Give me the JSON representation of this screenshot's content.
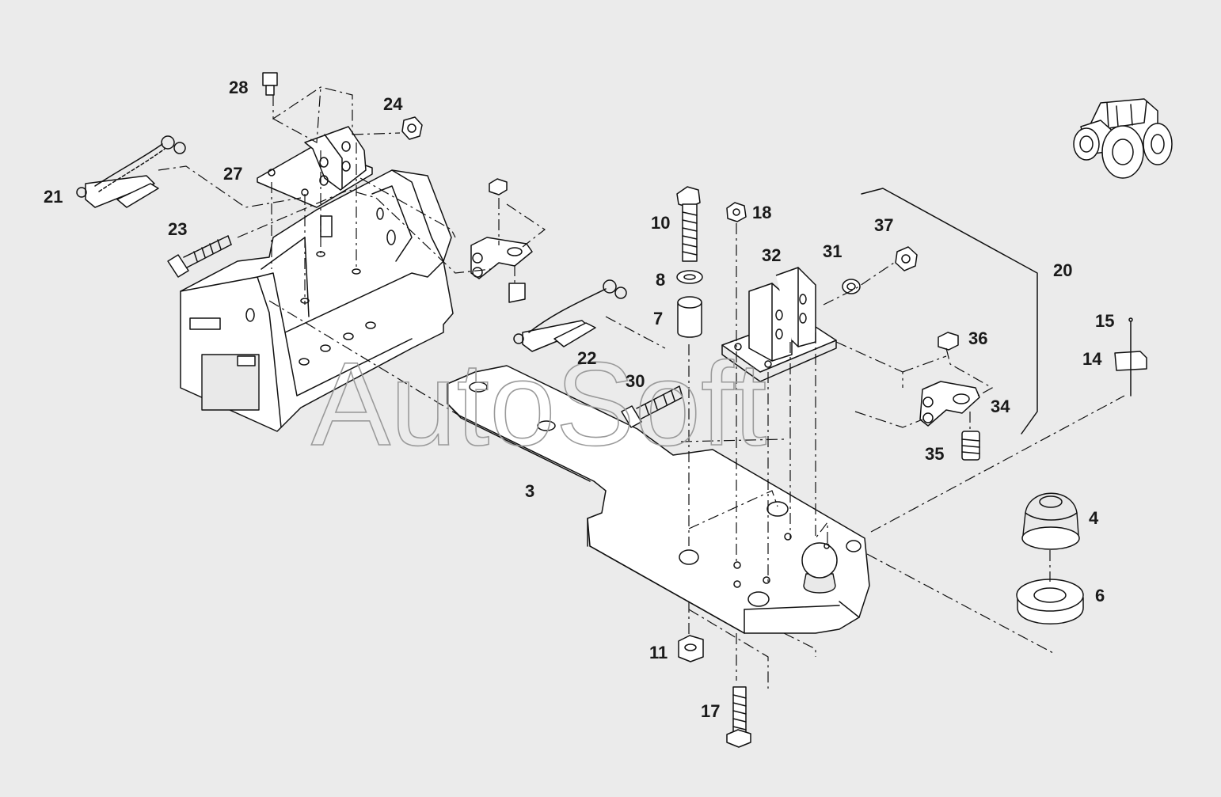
{
  "watermark": "AutoSoft",
  "callouts": [
    {
      "id": "c3",
      "label": "3"
    },
    {
      "id": "c4",
      "label": "4"
    },
    {
      "id": "c6",
      "label": "6"
    },
    {
      "id": "c7",
      "label": "7"
    },
    {
      "id": "c8",
      "label": "8"
    },
    {
      "id": "c10",
      "label": "10"
    },
    {
      "id": "c11",
      "label": "11"
    },
    {
      "id": "c14",
      "label": "14"
    },
    {
      "id": "c15",
      "label": "15"
    },
    {
      "id": "c17",
      "label": "17"
    },
    {
      "id": "c18",
      "label": "18"
    },
    {
      "id": "c20",
      "label": "20"
    },
    {
      "id": "c21",
      "label": "21"
    },
    {
      "id": "c22",
      "label": "22"
    },
    {
      "id": "c23",
      "label": "23"
    },
    {
      "id": "c24",
      "label": "24"
    },
    {
      "id": "c27",
      "label": "27"
    },
    {
      "id": "c28",
      "label": "28"
    },
    {
      "id": "c30",
      "label": "30"
    },
    {
      "id": "c31",
      "label": "31"
    },
    {
      "id": "c32",
      "label": "32"
    },
    {
      "id": "c34",
      "label": "34"
    },
    {
      "id": "c35",
      "label": "35"
    },
    {
      "id": "c36",
      "label": "36"
    },
    {
      "id": "c37",
      "label": "37"
    }
  ],
  "icons": {
    "tractor": "tractor-icon"
  }
}
